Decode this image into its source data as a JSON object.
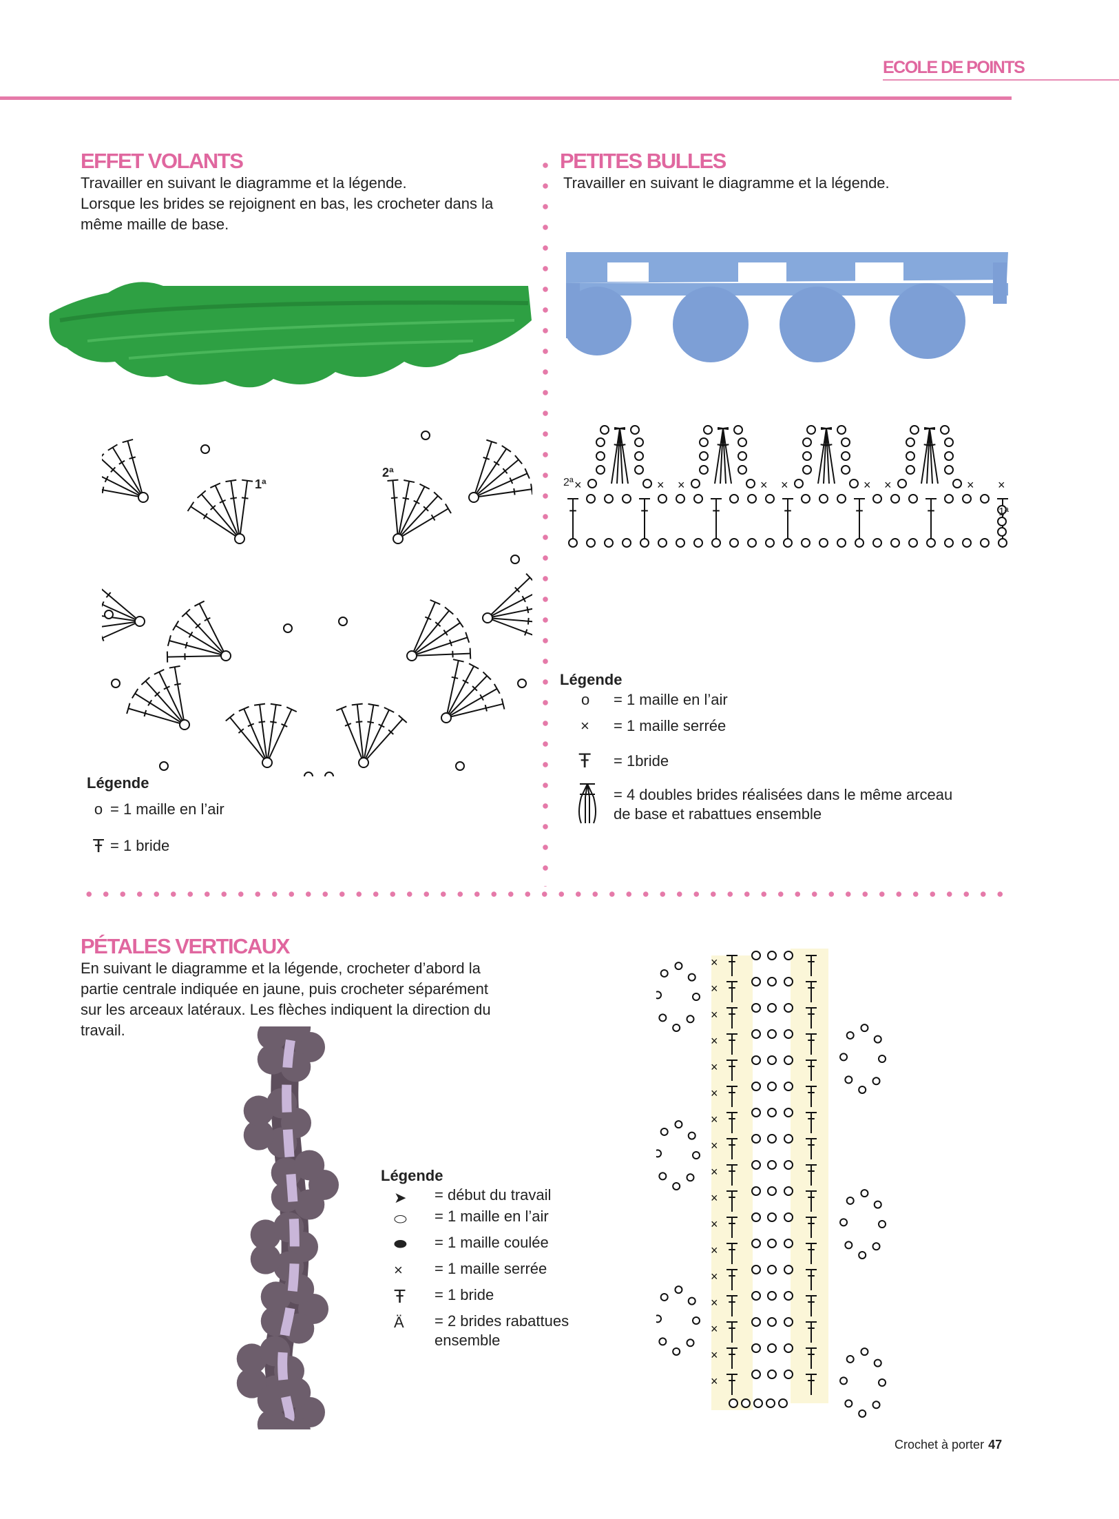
{
  "header": {
    "rubric": "ECOLE DE POINTS"
  },
  "section1": {
    "title": "EFFET VOLANTS",
    "lines": [
      "Travailler en suivant le diagramme et la légende.",
      "Lorsque les brides se rejoignent en bas, les crocheter dans la",
      "même maille de base."
    ],
    "diagram_labels": {
      "row1": "1ª",
      "row2": "2ª"
    },
    "legend": {
      "title": "Légende",
      "items": [
        "= 1 maille en l’air",
        "= 1 bride"
      ]
    }
  },
  "section2": {
    "title": "PETITES BULLES",
    "lines": [
      "Travailler en suivant le diagramme et la légende."
    ],
    "diagram_labels": {
      "row1": "1ª",
      "row2": "2ª"
    },
    "legend": {
      "title": "Légende",
      "items": [
        "= 1 maille en l’air",
        "= 1 maille serrée",
        "= 1bride",
        "= 4 doubles brides réalisées dans le même arceau",
        "de base et rabattues ensemble"
      ]
    }
  },
  "section3": {
    "title": "PÉTALES VERTICAUX",
    "lines": [
      "En suivant le diagramme et la légende, crocheter d’abord la",
      "partie centrale indiquée en jaune, puis crocheter séparément",
      "sur les arceaux latéraux. Les flèches indiquent la direction du",
      "travail."
    ],
    "legend": {
      "title": "Légende",
      "items": [
        "= début du travail",
        "= 1 maille en l’air",
        "= 1 maille coulée",
        "= 1 maille serrée",
        "= 1 bride",
        "= 2 brides rabattues",
        "ensemble"
      ]
    }
  },
  "colors": {
    "accent": "#e0679f",
    "green_yarn": "#2ea043",
    "blue_yarn": "#86a9dc",
    "purple_yarn": "#6d5e6c",
    "highlight": "#fbf6d8"
  },
  "footer": {
    "magazine": "Crochet à porter",
    "page": "47"
  }
}
